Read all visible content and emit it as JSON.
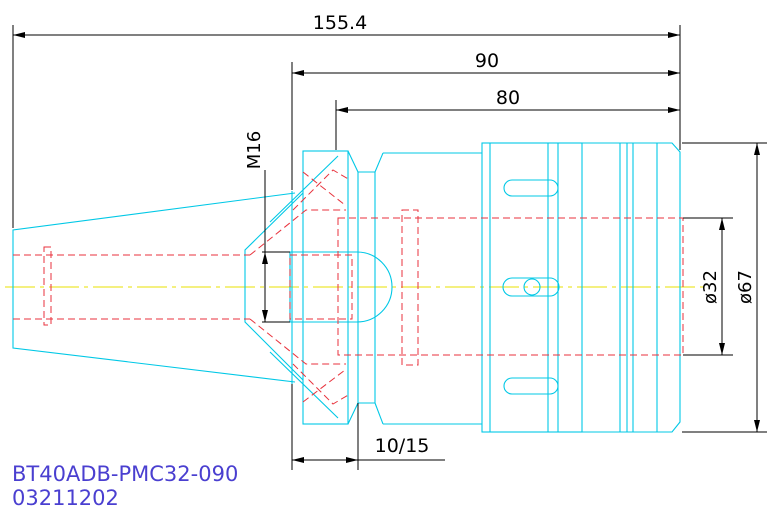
{
  "dimensions": {
    "overall_length": "155.4",
    "length_90": "90",
    "length_80": "80",
    "thread": "M16",
    "flange": "10/15",
    "bore": "ø32",
    "outer": "ø67"
  },
  "part": {
    "model": "BT40ADB-PMC32-090",
    "code": "03211202"
  },
  "colors": {
    "outline": "#00c8e6",
    "hidden": "#e8323c",
    "centerline": "#e8e000",
    "dimension": "#000000",
    "part_text": "#4a3fd0"
  }
}
